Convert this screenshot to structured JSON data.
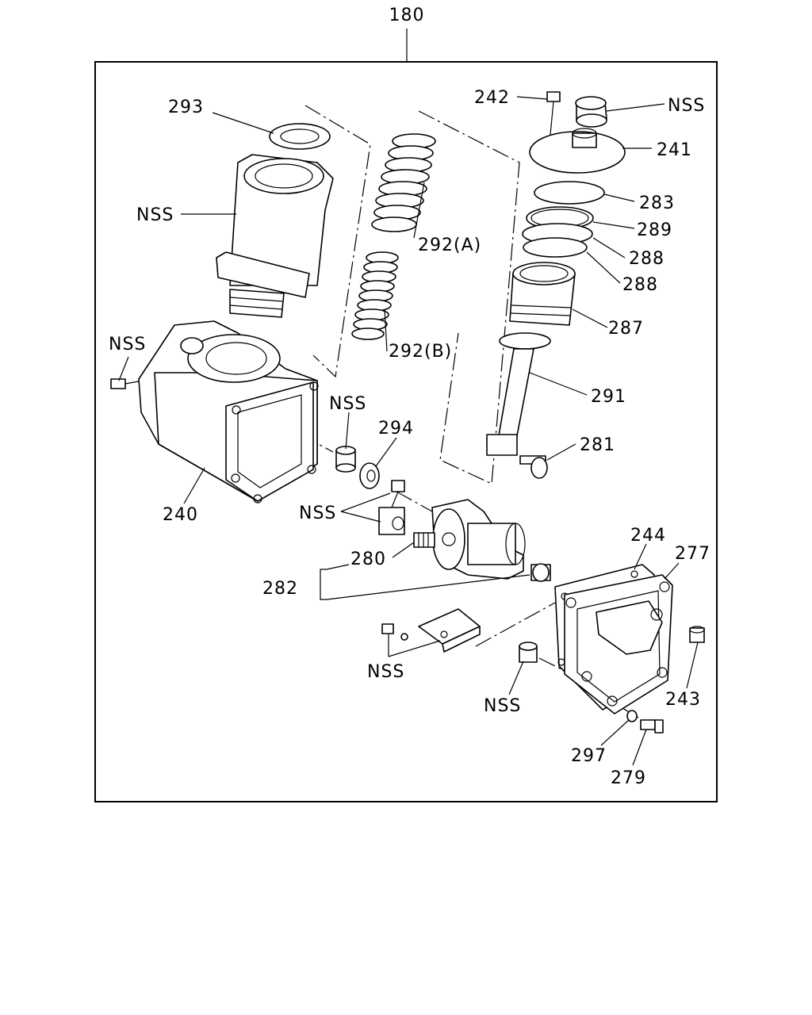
{
  "assembly_number": "180",
  "callouts": {
    "p293": "293",
    "nss_housing": "NSS",
    "p292a": "292(A)",
    "p292b": "292(B)",
    "p242": "242",
    "nss_cap": "NSS",
    "p241": "241",
    "p283": "283",
    "p289": "289",
    "p288a": "288",
    "p288b": "288",
    "p287": "287",
    "p291": "291",
    "p281": "281",
    "nss_plug": "NSS",
    "p240": "240",
    "nss_bushing": "NSS",
    "p294": "294",
    "nss_block": "NSS",
    "p280": "280",
    "p282": "282",
    "p244": "244",
    "p277": "277",
    "nss_bracket": "NSS",
    "nss_pin": "NSS",
    "p243": "243",
    "p297": "297",
    "p279": "279"
  }
}
